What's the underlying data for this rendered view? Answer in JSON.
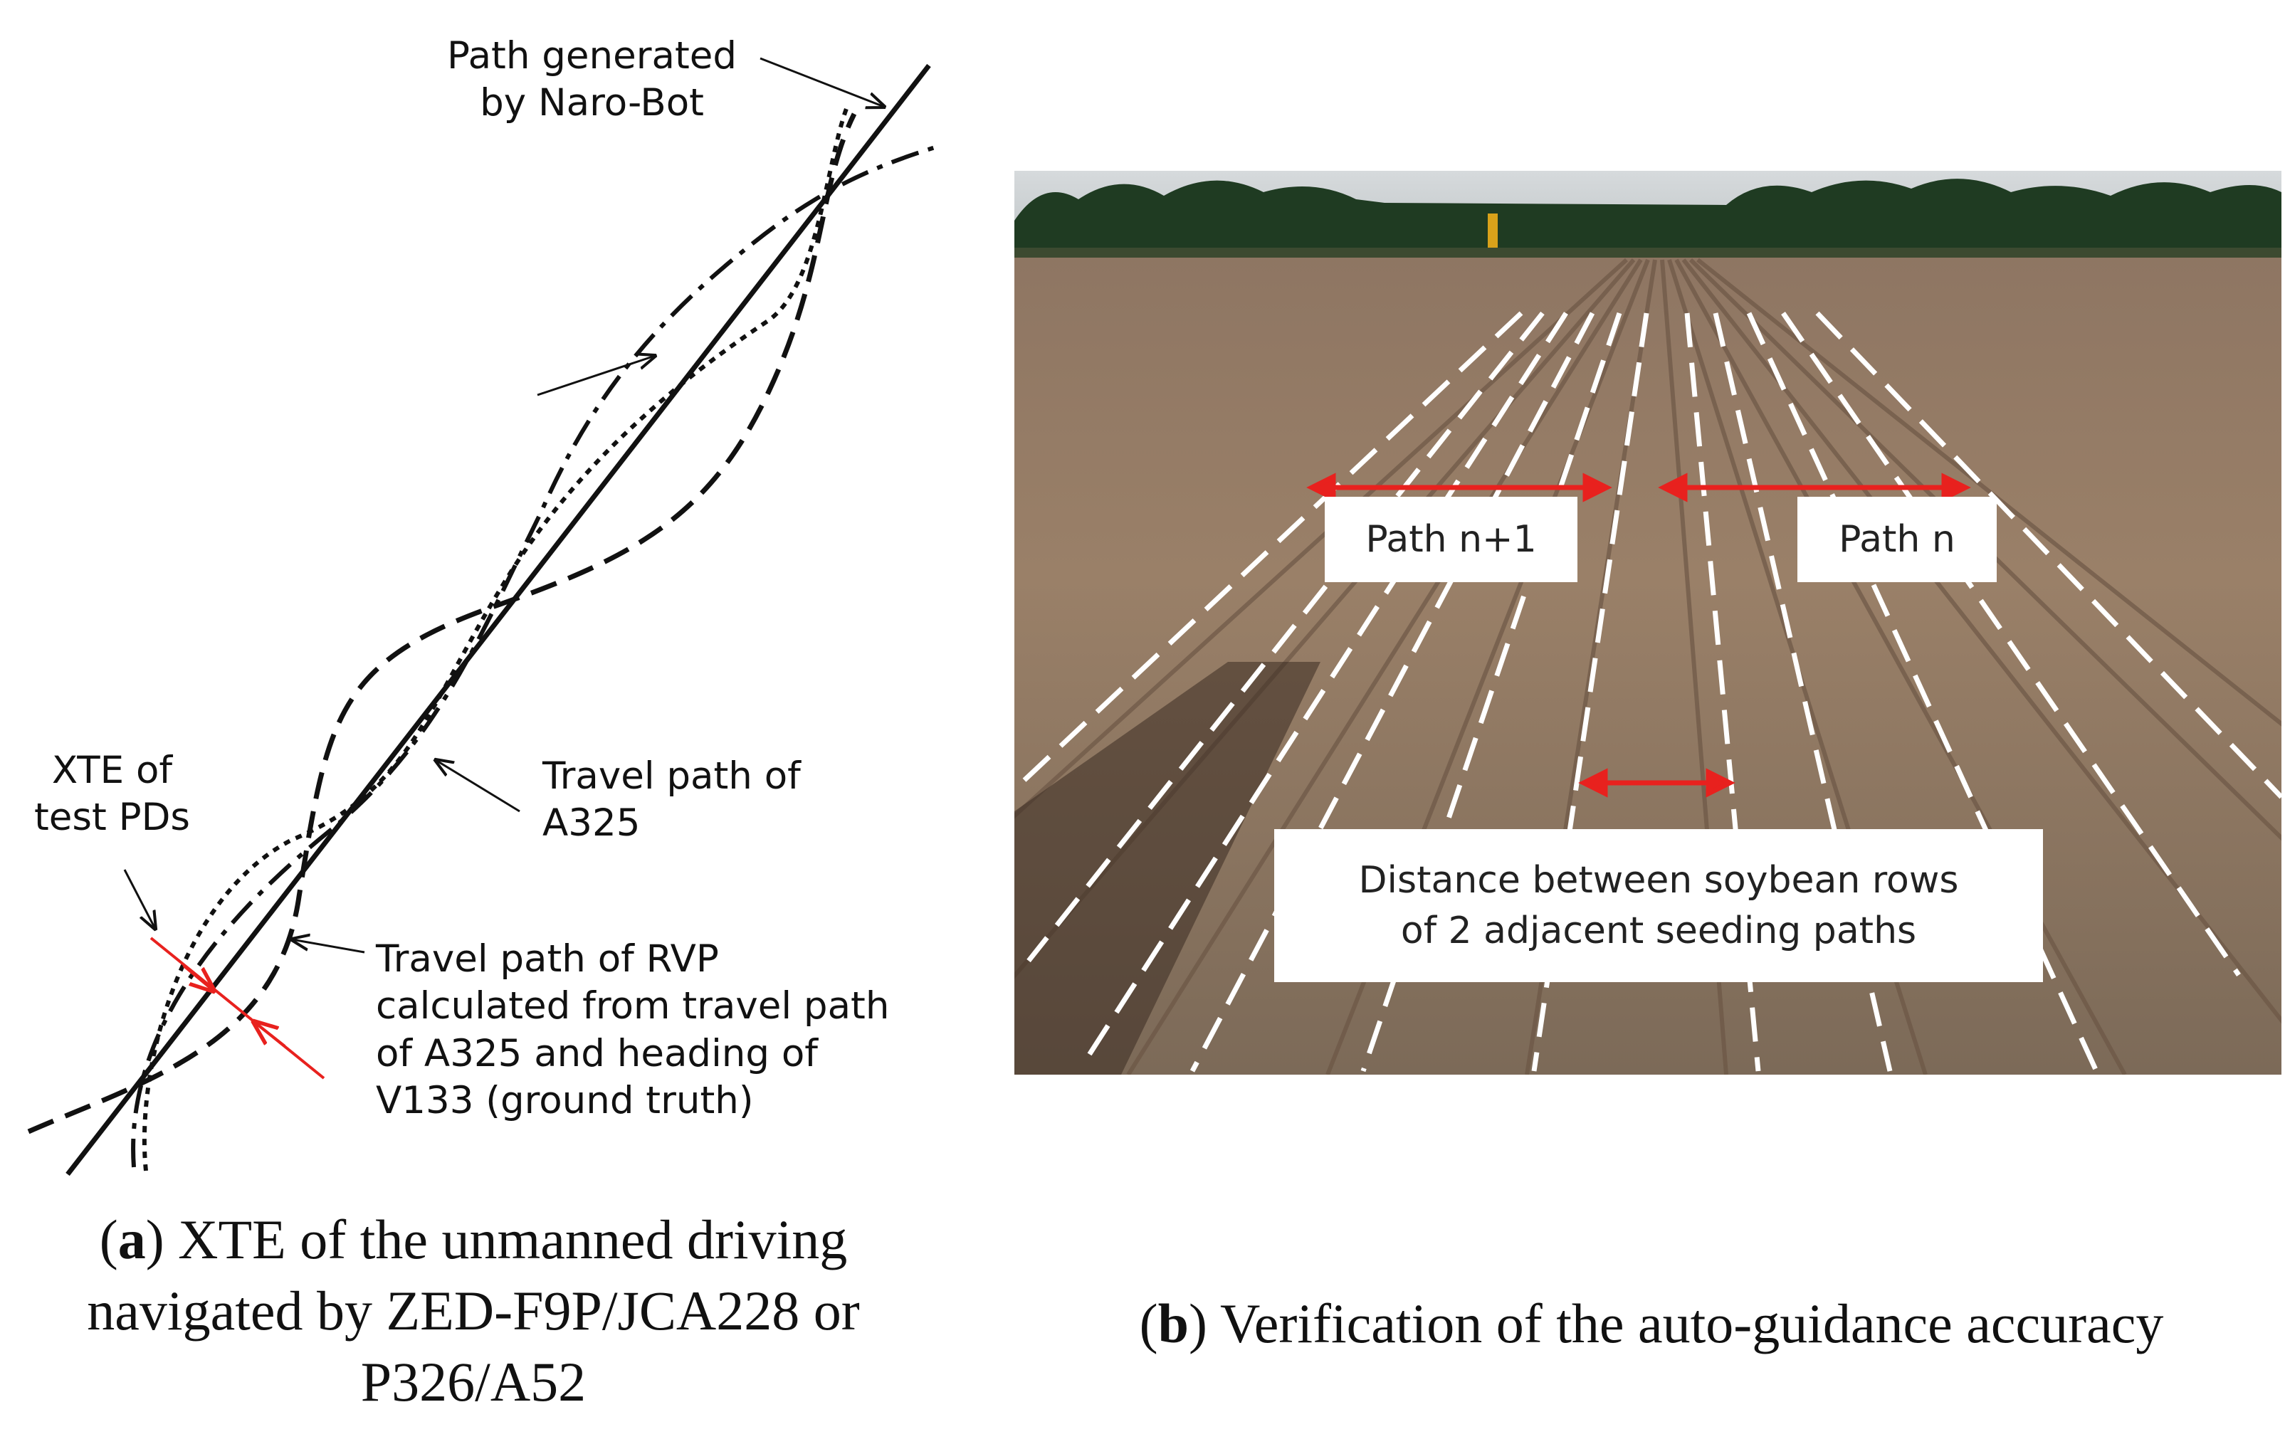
{
  "panel_a": {
    "label_path_generated": [
      "Path generated",
      "by Naro-Bot"
    ],
    "label_xte": [
      "XTE of",
      "test PDs"
    ],
    "label_travel_a325": [
      "Travel path of",
      "A325"
    ],
    "label_rvp": [
      "Travel path of RVP",
      "calculated from travel path",
      "of A325 and heading of",
      "V133 (ground truth)"
    ],
    "caption_letter": "a",
    "caption_text": ") XTE of the unmanned driving navigated by ZED-F9P/JCA228 or P326/A52",
    "colors": {
      "lines": "#111111",
      "xte": "#e8211e"
    }
  },
  "panel_b": {
    "label_path_n1": "Path n+1",
    "label_path_n": "Path n",
    "label_distance": [
      "Distance between soybean rows",
      "of 2 adjacent seeding paths"
    ],
    "caption_letter": "b",
    "caption_text": ") Verification of the auto-guidance accuracy",
    "colors": {
      "arrow": "#e8211e",
      "row_marker": "#ffffff"
    }
  }
}
